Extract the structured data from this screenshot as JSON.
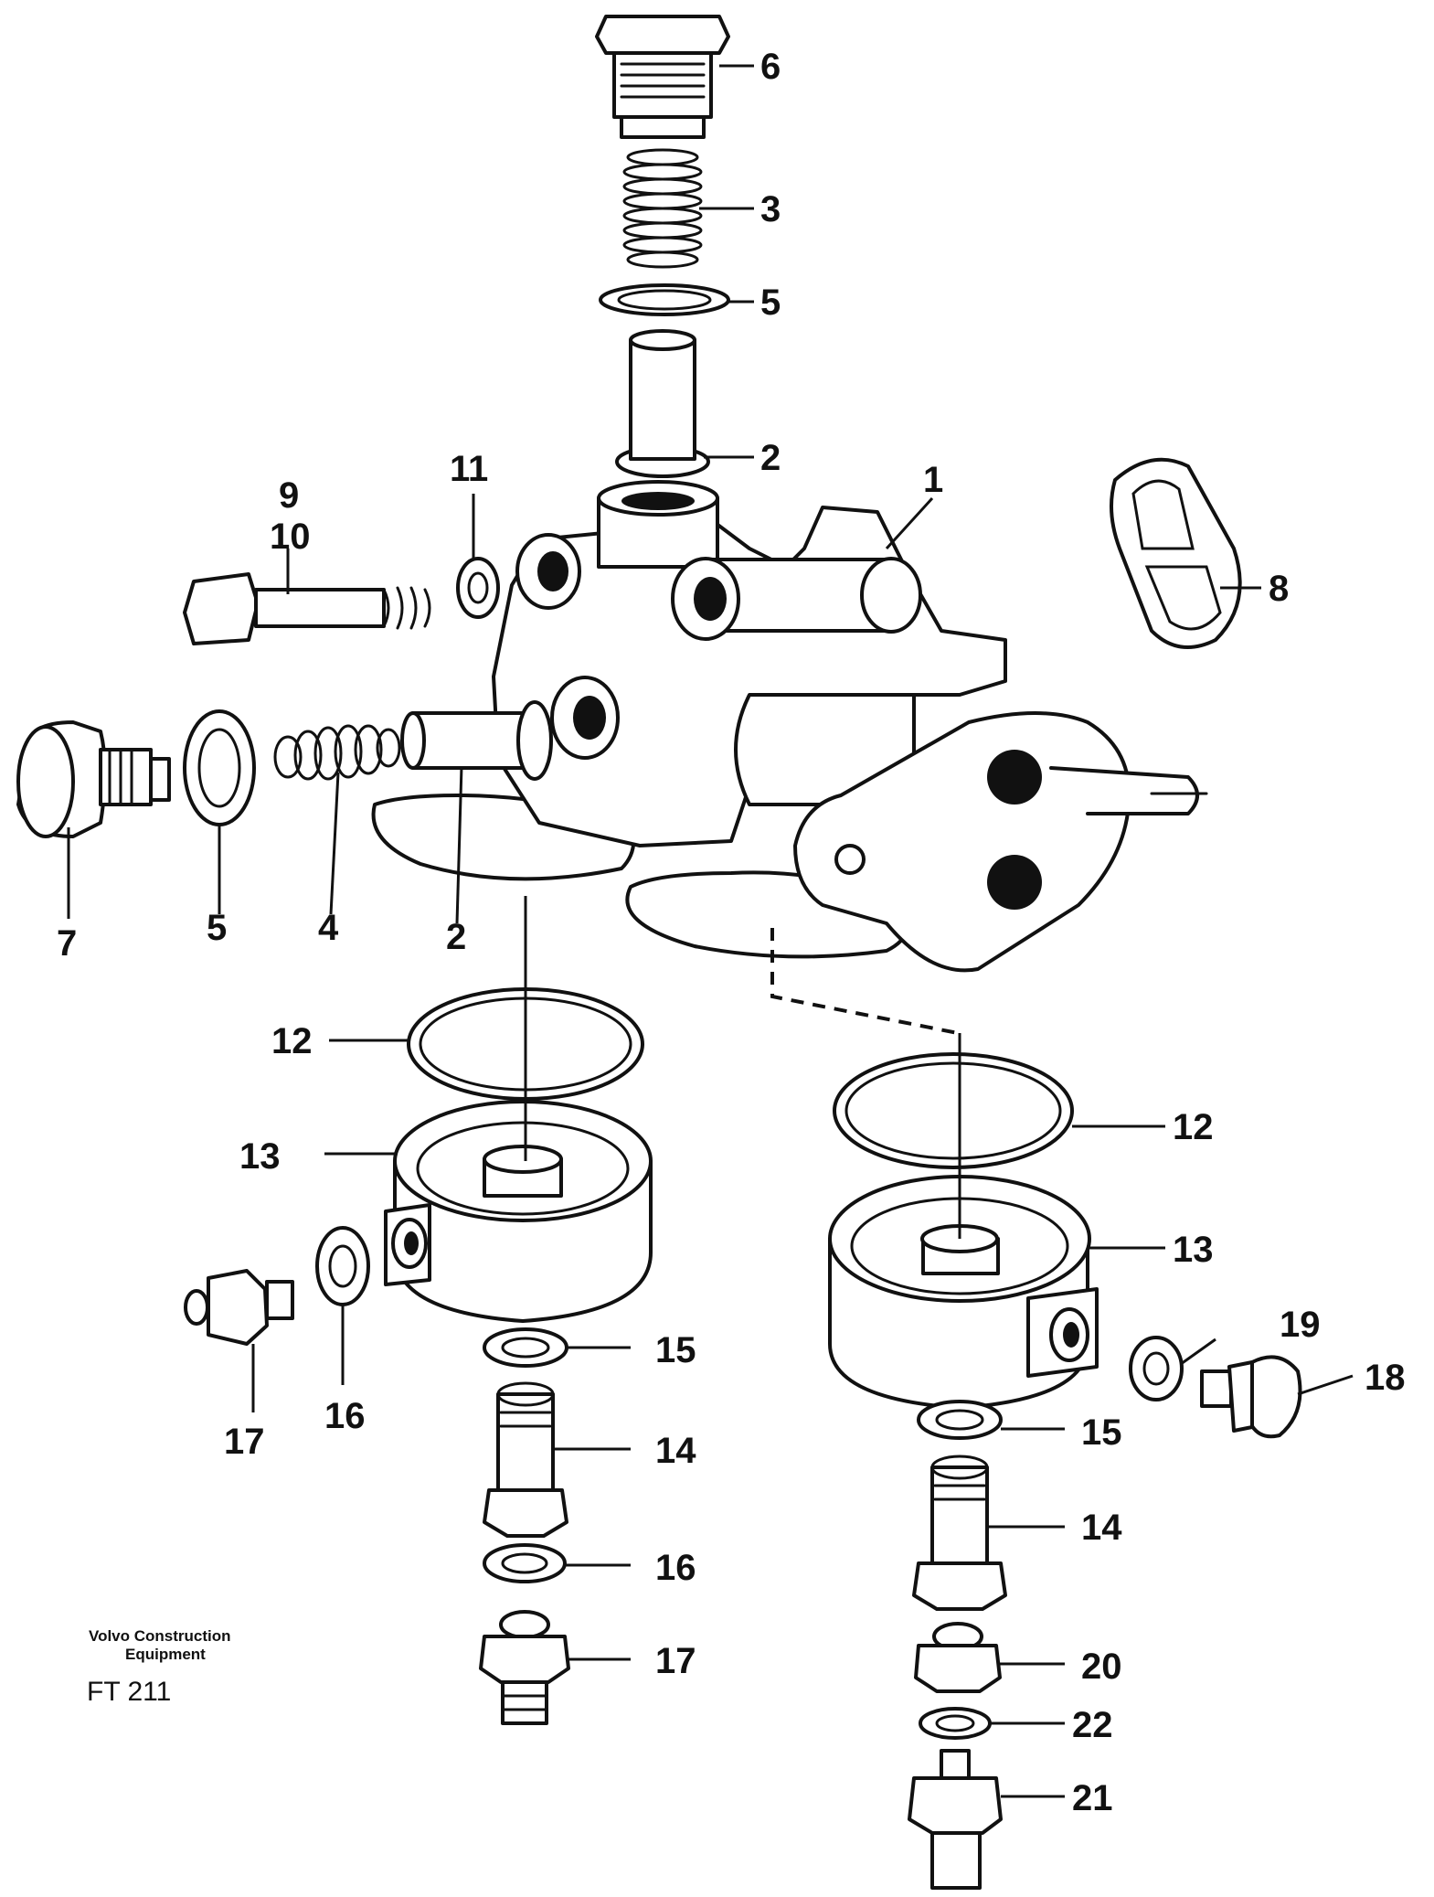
{
  "callouts": {
    "c6": "6",
    "c3": "3",
    "c5a": "5",
    "c2a": "2",
    "c1": "1",
    "c11": "11",
    "c9": "9",
    "c10": "10",
    "c8": "8",
    "c7": "7",
    "c5b": "5",
    "c4": "4",
    "c2b": "2",
    "c12a": "12",
    "c12b": "12",
    "c13a": "13",
    "c13b": "13",
    "c19": "19",
    "c18": "18",
    "c15a": "15",
    "c15b": "15",
    "c17a": "17",
    "c16a": "16",
    "c14a": "14",
    "c14b": "14",
    "c16b": "16",
    "c17b": "17",
    "c20": "20",
    "c22": "22",
    "c21": "21"
  },
  "footer": {
    "brand_line1": "Volvo Construction",
    "brand_line2": "Equipment",
    "figure_code": "FT 211"
  }
}
